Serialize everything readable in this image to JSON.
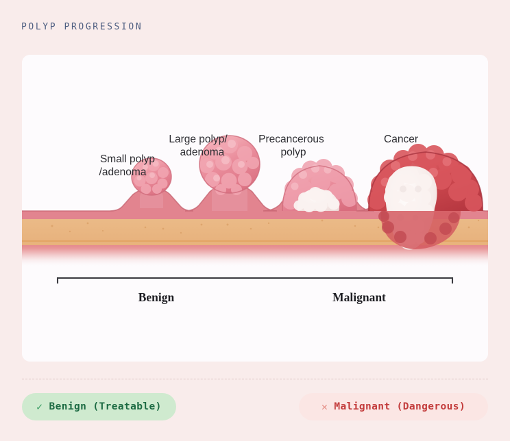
{
  "section": {
    "title": "POLYP PROGRESSION",
    "title_color": "#4d5d80"
  },
  "figure": {
    "name": "polyp-progression-illustration",
    "background": "#fdfbfd",
    "stage_labels": [
      {
        "id": "small-polyp",
        "line1": "Small polyp",
        "line2": "/adenoma"
      },
      {
        "id": "large-polyp",
        "line1": "Large polyp/",
        "line2": "adenoma"
      },
      {
        "id": "precancerous-polyp",
        "line1": "Precancerous",
        "line2": "polyp"
      },
      {
        "id": "cancer",
        "line1": "Cancer",
        "line2": ""
      }
    ],
    "bracket": {
      "left_label": "Benign",
      "right_label": "Malignant"
    },
    "anatomy_colors": {
      "mucosa": "#e2848f",
      "submucosa": "#eec191",
      "muscularis": "#e2757a",
      "polyp_pink": "#ea93a1",
      "cancer_red": "#cf4a50",
      "necrotic_white": "#f7eeed"
    }
  },
  "status": {
    "benign": {
      "mark": "✓",
      "label": "Benign (Treatable)",
      "bg": "#cfeacf",
      "fg": "#1d6b43"
    },
    "malignant": {
      "mark": "✕",
      "label": "Malignant (Dangerous)",
      "bg": "#fbe6e4",
      "fg": "#c33c3c"
    }
  }
}
